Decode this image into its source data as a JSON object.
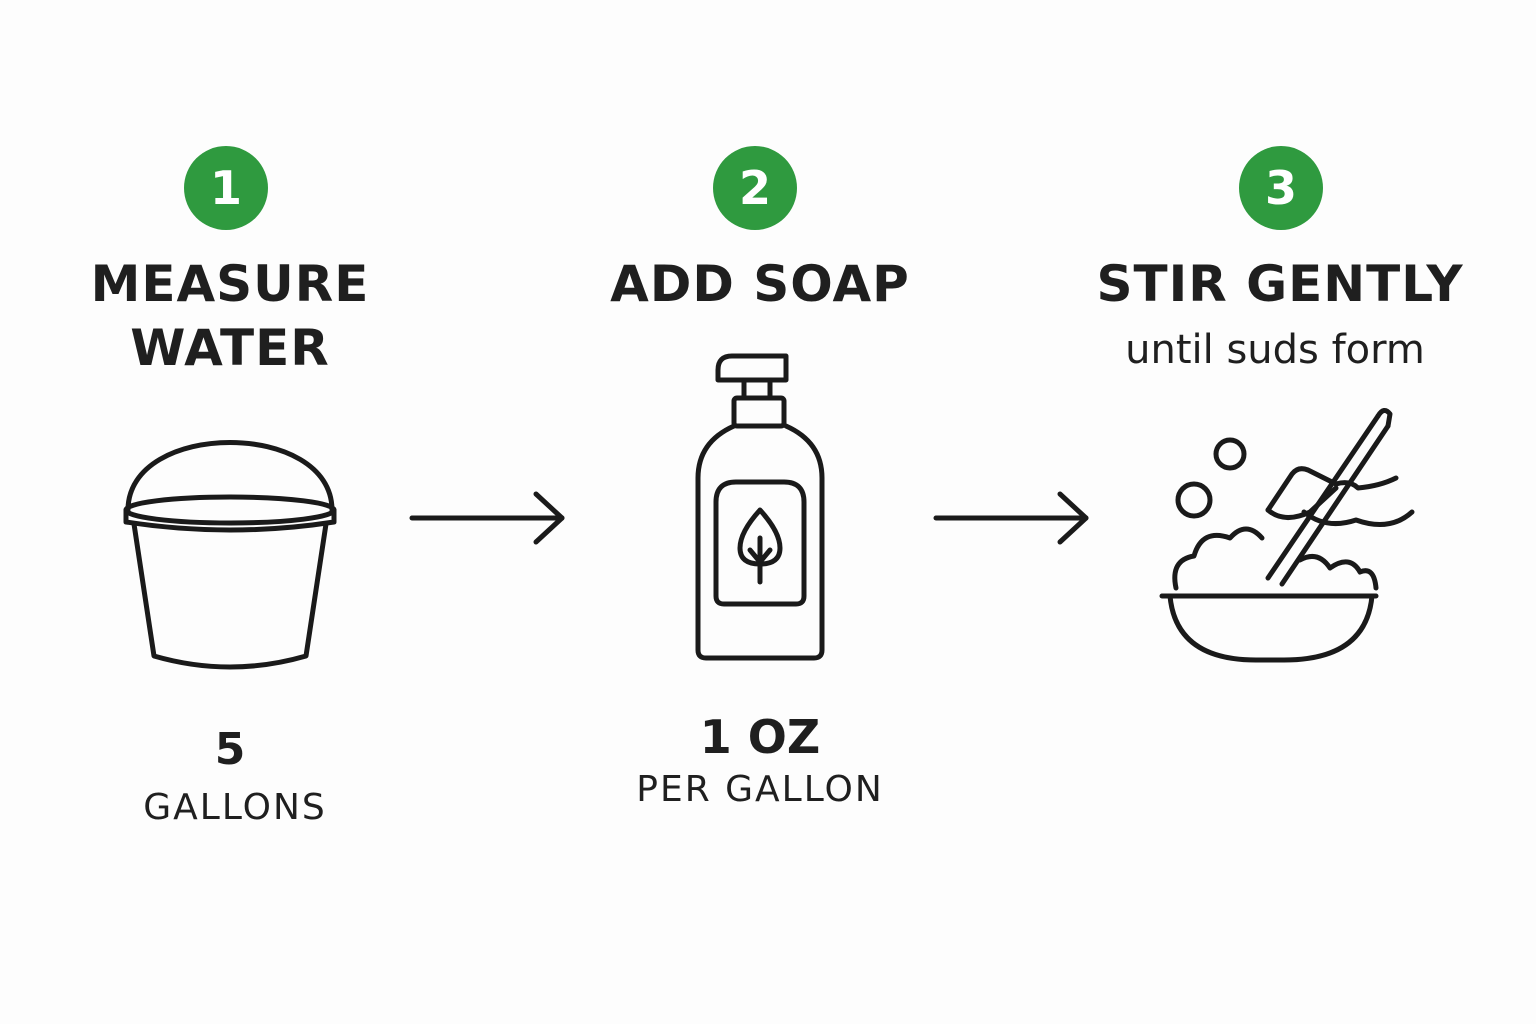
{
  "steps": [
    {
      "number": "1",
      "title_line1": "MEASURE",
      "title_line2": "WATER",
      "icon": "bucket-icon",
      "amount": "5",
      "unit": "GALLONS"
    },
    {
      "number": "2",
      "title_line1": "ADD SOAP",
      "icon": "soap-dispenser-icon",
      "amount": "1 OZ",
      "unit": "PER GALLON"
    },
    {
      "number": "3",
      "title_line1": "STIR GENTLY",
      "subtitle": "until suds form",
      "icon": "stirring-bowl-icon"
    }
  ],
  "colors": {
    "badge": "#2f9a3f",
    "text": "#1f1f1f",
    "background": "#fdfdfd"
  },
  "connectors": [
    "arrow-right-icon",
    "arrow-right-icon"
  ]
}
